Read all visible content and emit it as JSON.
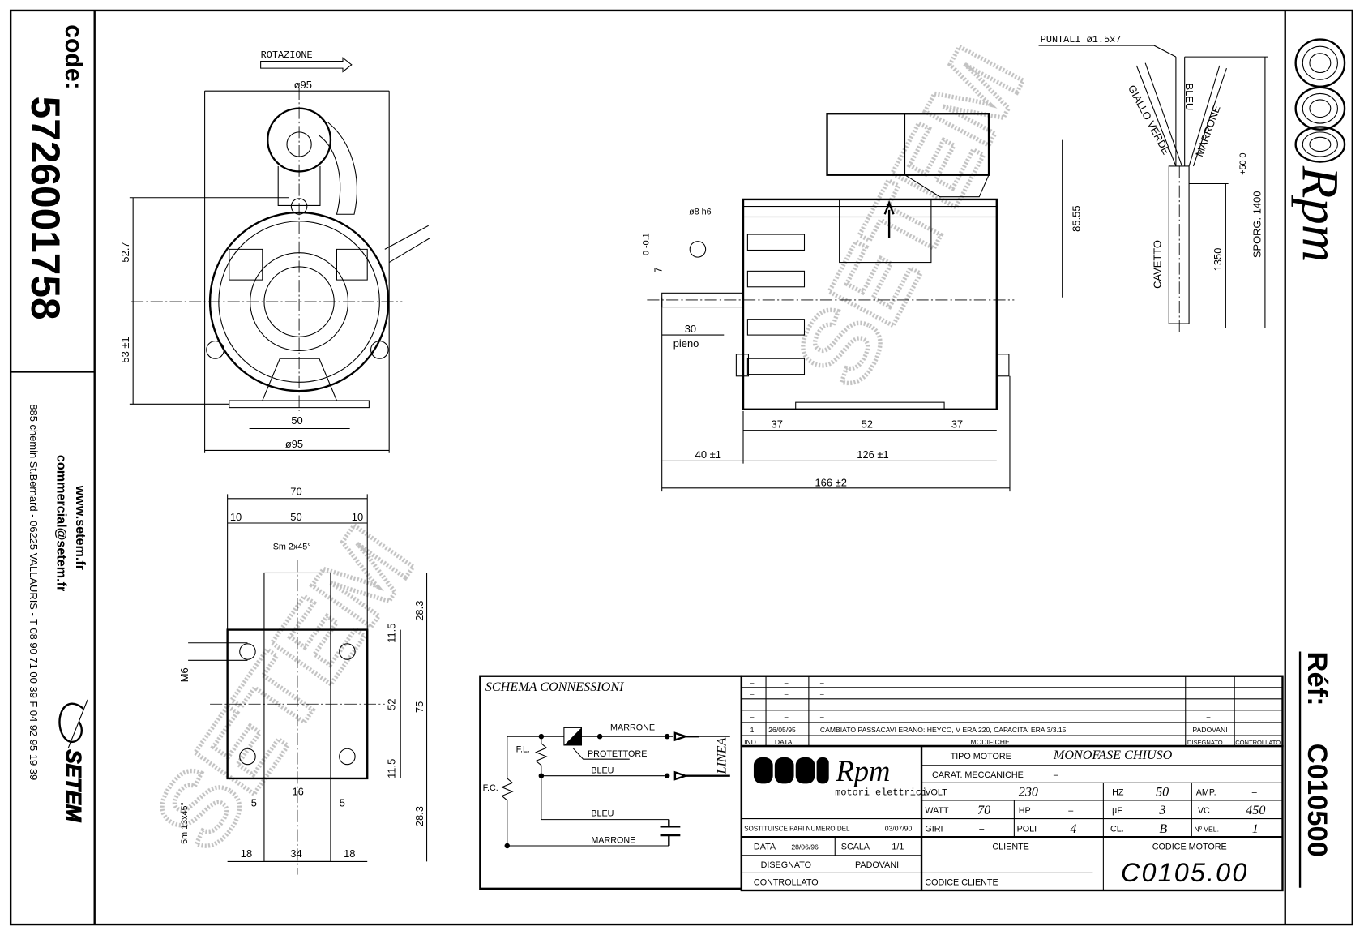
{
  "left_panel": {
    "code_label": "code:",
    "code_value": "5726001758",
    "website": "www.setem.fr",
    "email": "commercial@setem.fr",
    "address": "885 chemin St.Bernard  -  06225 VALLAURIS  -  T 08 90 71 00 39   F 04 92 95 19 39",
    "brand": "SETEM"
  },
  "right_panel": {
    "logo_text": "Rpm",
    "ref_label": "Réf:",
    "ref_value": "C010500"
  },
  "watermark": "SETEM",
  "front_view": {
    "rotation": "ROTAZIONE",
    "dia_top": "ø95",
    "h_upper": "52.7",
    "h_lower": "53 ±1",
    "base_width": "50",
    "dia_bottom": "ø95"
  },
  "side_view": {
    "shaft_dia": "ø8 h6",
    "flat_tol": "0 -0.1",
    "flat": "7",
    "shaft_len": "30",
    "shaft_note": "pieno",
    "d37a": "37",
    "d52": "52",
    "d37b": "37",
    "d40": "40 ±1",
    "d126": "126 ±1",
    "d166": "166 ±2",
    "d85": "85.55"
  },
  "cable": {
    "puntali": "PUNTALI ø1.5x7",
    "giallo_verde": "GIALLO VERDE",
    "bleu": "BLEU",
    "marrone": "MARRONE",
    "cavetto": "CAVETTO",
    "d1350": "1350",
    "sporg": "SPORG. 1400",
    "sporg_tol": "+50 0"
  },
  "base_view": {
    "w70": "70",
    "w10a": "10",
    "w50": "50",
    "w10b": "10",
    "chamfer_top": "Sm 2x45°",
    "h283a": "28.3",
    "h115a": "11.5",
    "m6": "M6",
    "h52": "52",
    "h75": "75",
    "h115b": "11.5",
    "h283b": "28.3",
    "chamfer_bottom": "5m 13x45°",
    "s5a": "5",
    "s16": "16",
    "s5b": "5",
    "b18a": "18",
    "b34": "34",
    "b18b": "18"
  },
  "schema": {
    "title": "SCHEMA CONNESSIONI",
    "marrone_top": "MARRONE",
    "protettore": "PROTETTORE",
    "bleu_mid": "BLEU",
    "bleu_low": "BLEU",
    "marrone_low": "MARRONE",
    "fl": "F.L.",
    "fc": "F.C.",
    "linea": "LINEA"
  },
  "modifiche": {
    "rows": [
      {
        "ind": "–",
        "data": "–",
        "desc": "–",
        "dis": "",
        "con": ""
      },
      {
        "ind": "–",
        "data": "–",
        "desc": "–",
        "dis": "",
        "con": ""
      },
      {
        "ind": "–",
        "data": "–",
        "desc": "–",
        "dis": "",
        "con": ""
      },
      {
        "ind": "–",
        "data": "–",
        "desc": "–",
        "dis": "–",
        "con": ""
      },
      {
        "ind": "1",
        "data": "26/05/95",
        "desc": "CAMBIATO PASSACAVI ERANO: HEYCO, V ERA 220, CAPACITA' ERA 3/3.15",
        "dis": "PADOVANI",
        "con": ""
      }
    ],
    "headers": {
      "ind": "IND",
      "data": "DATA",
      "desc": "MODIFICHE",
      "dis": "DISEGNATO",
      "con": "CONTROLLATO"
    }
  },
  "title_block": {
    "logo_text": "Rpm",
    "logo_sub": "motori elettrici",
    "tipo_label": "TIPO MOTORE",
    "tipo_value": "MONOFASE CHIUSO",
    "carat_label": "CARAT. MECCANICHE",
    "carat_value": "–",
    "volt_label": "VOLT",
    "volt_value": "230",
    "hz_label": "HZ",
    "hz_value": "50",
    "amp_label": "AMP.",
    "amp_value": "–",
    "watt_label": "WATT",
    "watt_value": "70",
    "hp_label": "HP",
    "hp_value": "–",
    "uf_label": "µF",
    "uf_value": "3",
    "vc_label": "VC",
    "vc_value": "450",
    "giri_label": "GIRI",
    "giri_value": "–",
    "poli_label": "POLI",
    "poli_value": "4",
    "cl_label": "CL.",
    "cl_value": "B",
    "vel_label": "Nº VEL.",
    "vel_value": "1",
    "sostituisce_label": "SOSTITUISCE PARI NUMERO DEL",
    "sostituisce_value": "03/07/90",
    "data_label": "DATA",
    "data_value": "28/06/96",
    "scala_label": "SCALA",
    "scala_value": "1/1",
    "disegnato_label": "DISEGNATO",
    "disegnato_value": "PADOVANI",
    "controllato_label": "CONTROLLATO",
    "cliente_label": "CLIENTE",
    "codice_cliente_label": "CODICE CLIENTE",
    "codice_motore_label": "CODICE MOTORE",
    "codice_motore_value": "C0105.00"
  }
}
